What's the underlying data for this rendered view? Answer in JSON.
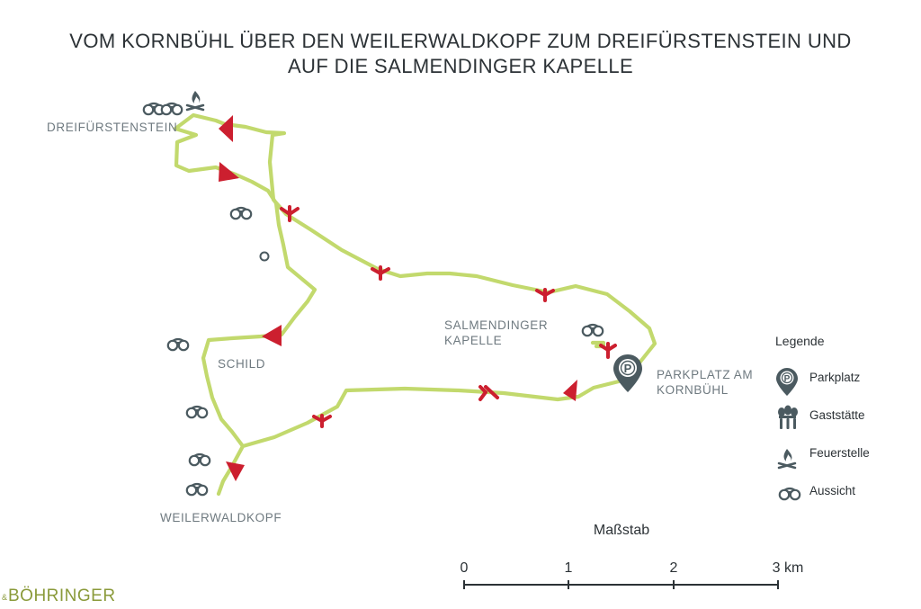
{
  "title": {
    "line1": "VOM KORNBÜHL ÜBER DEN WEILERWALDKOPF ZUM DREIFÜRSTENSTEIN UND",
    "line2": "AUF DIE SALMENDINGER KAPELLE"
  },
  "places": {
    "dreifuerstenstein": "DREIFÜRSTENSTEIN",
    "schild": "SCHILD",
    "weilerwaldkopf": "WEILERWALDKOPF",
    "salmendinger_1": "SALMENDINGER",
    "salmendinger_2": "KAPELLE",
    "parkplatz_1": "PARKPLATZ AM",
    "parkplatz_2": "KORNBÜHL"
  },
  "legend": {
    "heading": "Legende",
    "items": [
      {
        "icon": "parking-pin-icon",
        "label": "Parkplatz"
      },
      {
        "icon": "restaurant-icon",
        "label": "Gaststätte"
      },
      {
        "icon": "campfire-icon",
        "label": "Feuerstelle"
      },
      {
        "icon": "binoculars-icon",
        "label": "Aussicht"
      }
    ]
  },
  "parking_symbol": "P",
  "scale": {
    "heading": "Maßstab",
    "ticks": [
      "0",
      "1",
      "2",
      "3 km"
    ]
  },
  "brand": {
    "ampersand": "&",
    "name": "BÖHRINGER"
  },
  "colors": {
    "route": "#c2d96d",
    "arrow": "#cc1f2f",
    "icon": "#4b5a60",
    "brand": "#8a9a3a"
  }
}
